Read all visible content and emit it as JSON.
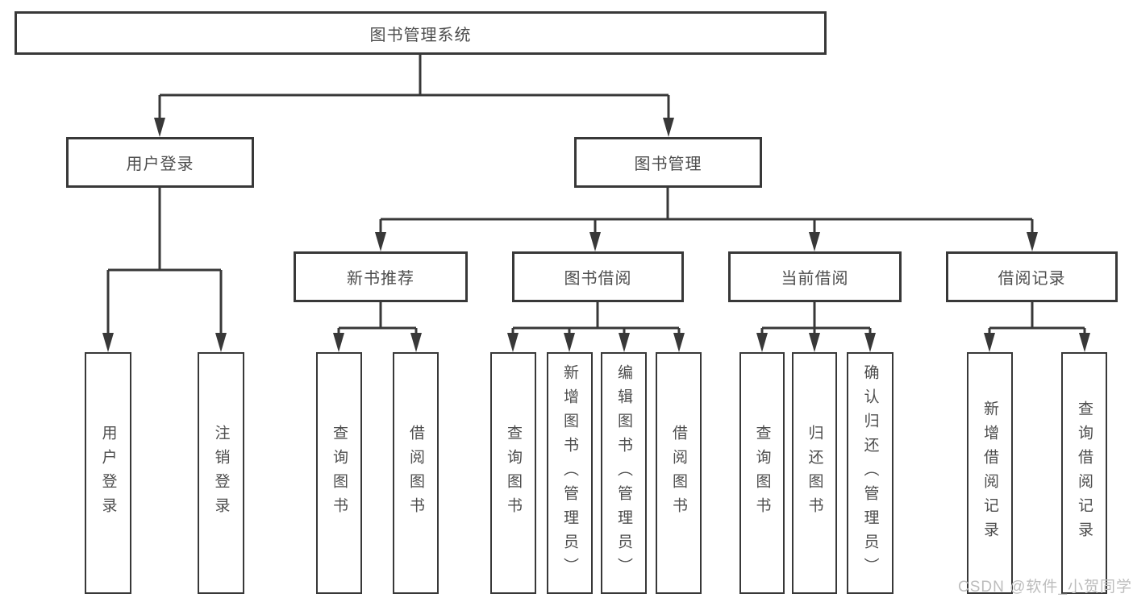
{
  "colors": {
    "line": "#383838",
    "text": "#4d4d4d",
    "watermark": "#bdbdbd",
    "bg": "#ffffff",
    "boxbg": "#ffffff"
  },
  "tree": {
    "root": {
      "label": "图书管理系统"
    },
    "branches": [
      {
        "label": "用户登录",
        "children": [
          {
            "label": "用户登录"
          },
          {
            "label": "注销登录"
          }
        ]
      },
      {
        "label": "图书管理",
        "children": [
          {
            "label": "新书推荐",
            "children": [
              {
                "label": "查询图书"
              },
              {
                "label": "借阅图书"
              }
            ]
          },
          {
            "label": "图书借阅",
            "children": [
              {
                "label": "查询图书"
              },
              {
                "label": "新增图书（管理员）"
              },
              {
                "label": "编辑图书（管理员）"
              },
              {
                "label": "借阅图书"
              }
            ]
          },
          {
            "label": "当前借阅",
            "children": [
              {
                "label": "查询图书"
              },
              {
                "label": "归还图书"
              },
              {
                "label": "确认归还（管理员）"
              }
            ]
          },
          {
            "label": "借阅记录",
            "children": [
              {
                "label": "新增借阅记录"
              },
              {
                "label": "查询借阅记录"
              }
            ]
          }
        ]
      }
    ]
  },
  "watermark": {
    "text": "CSDN @软件_小贺同学"
  }
}
